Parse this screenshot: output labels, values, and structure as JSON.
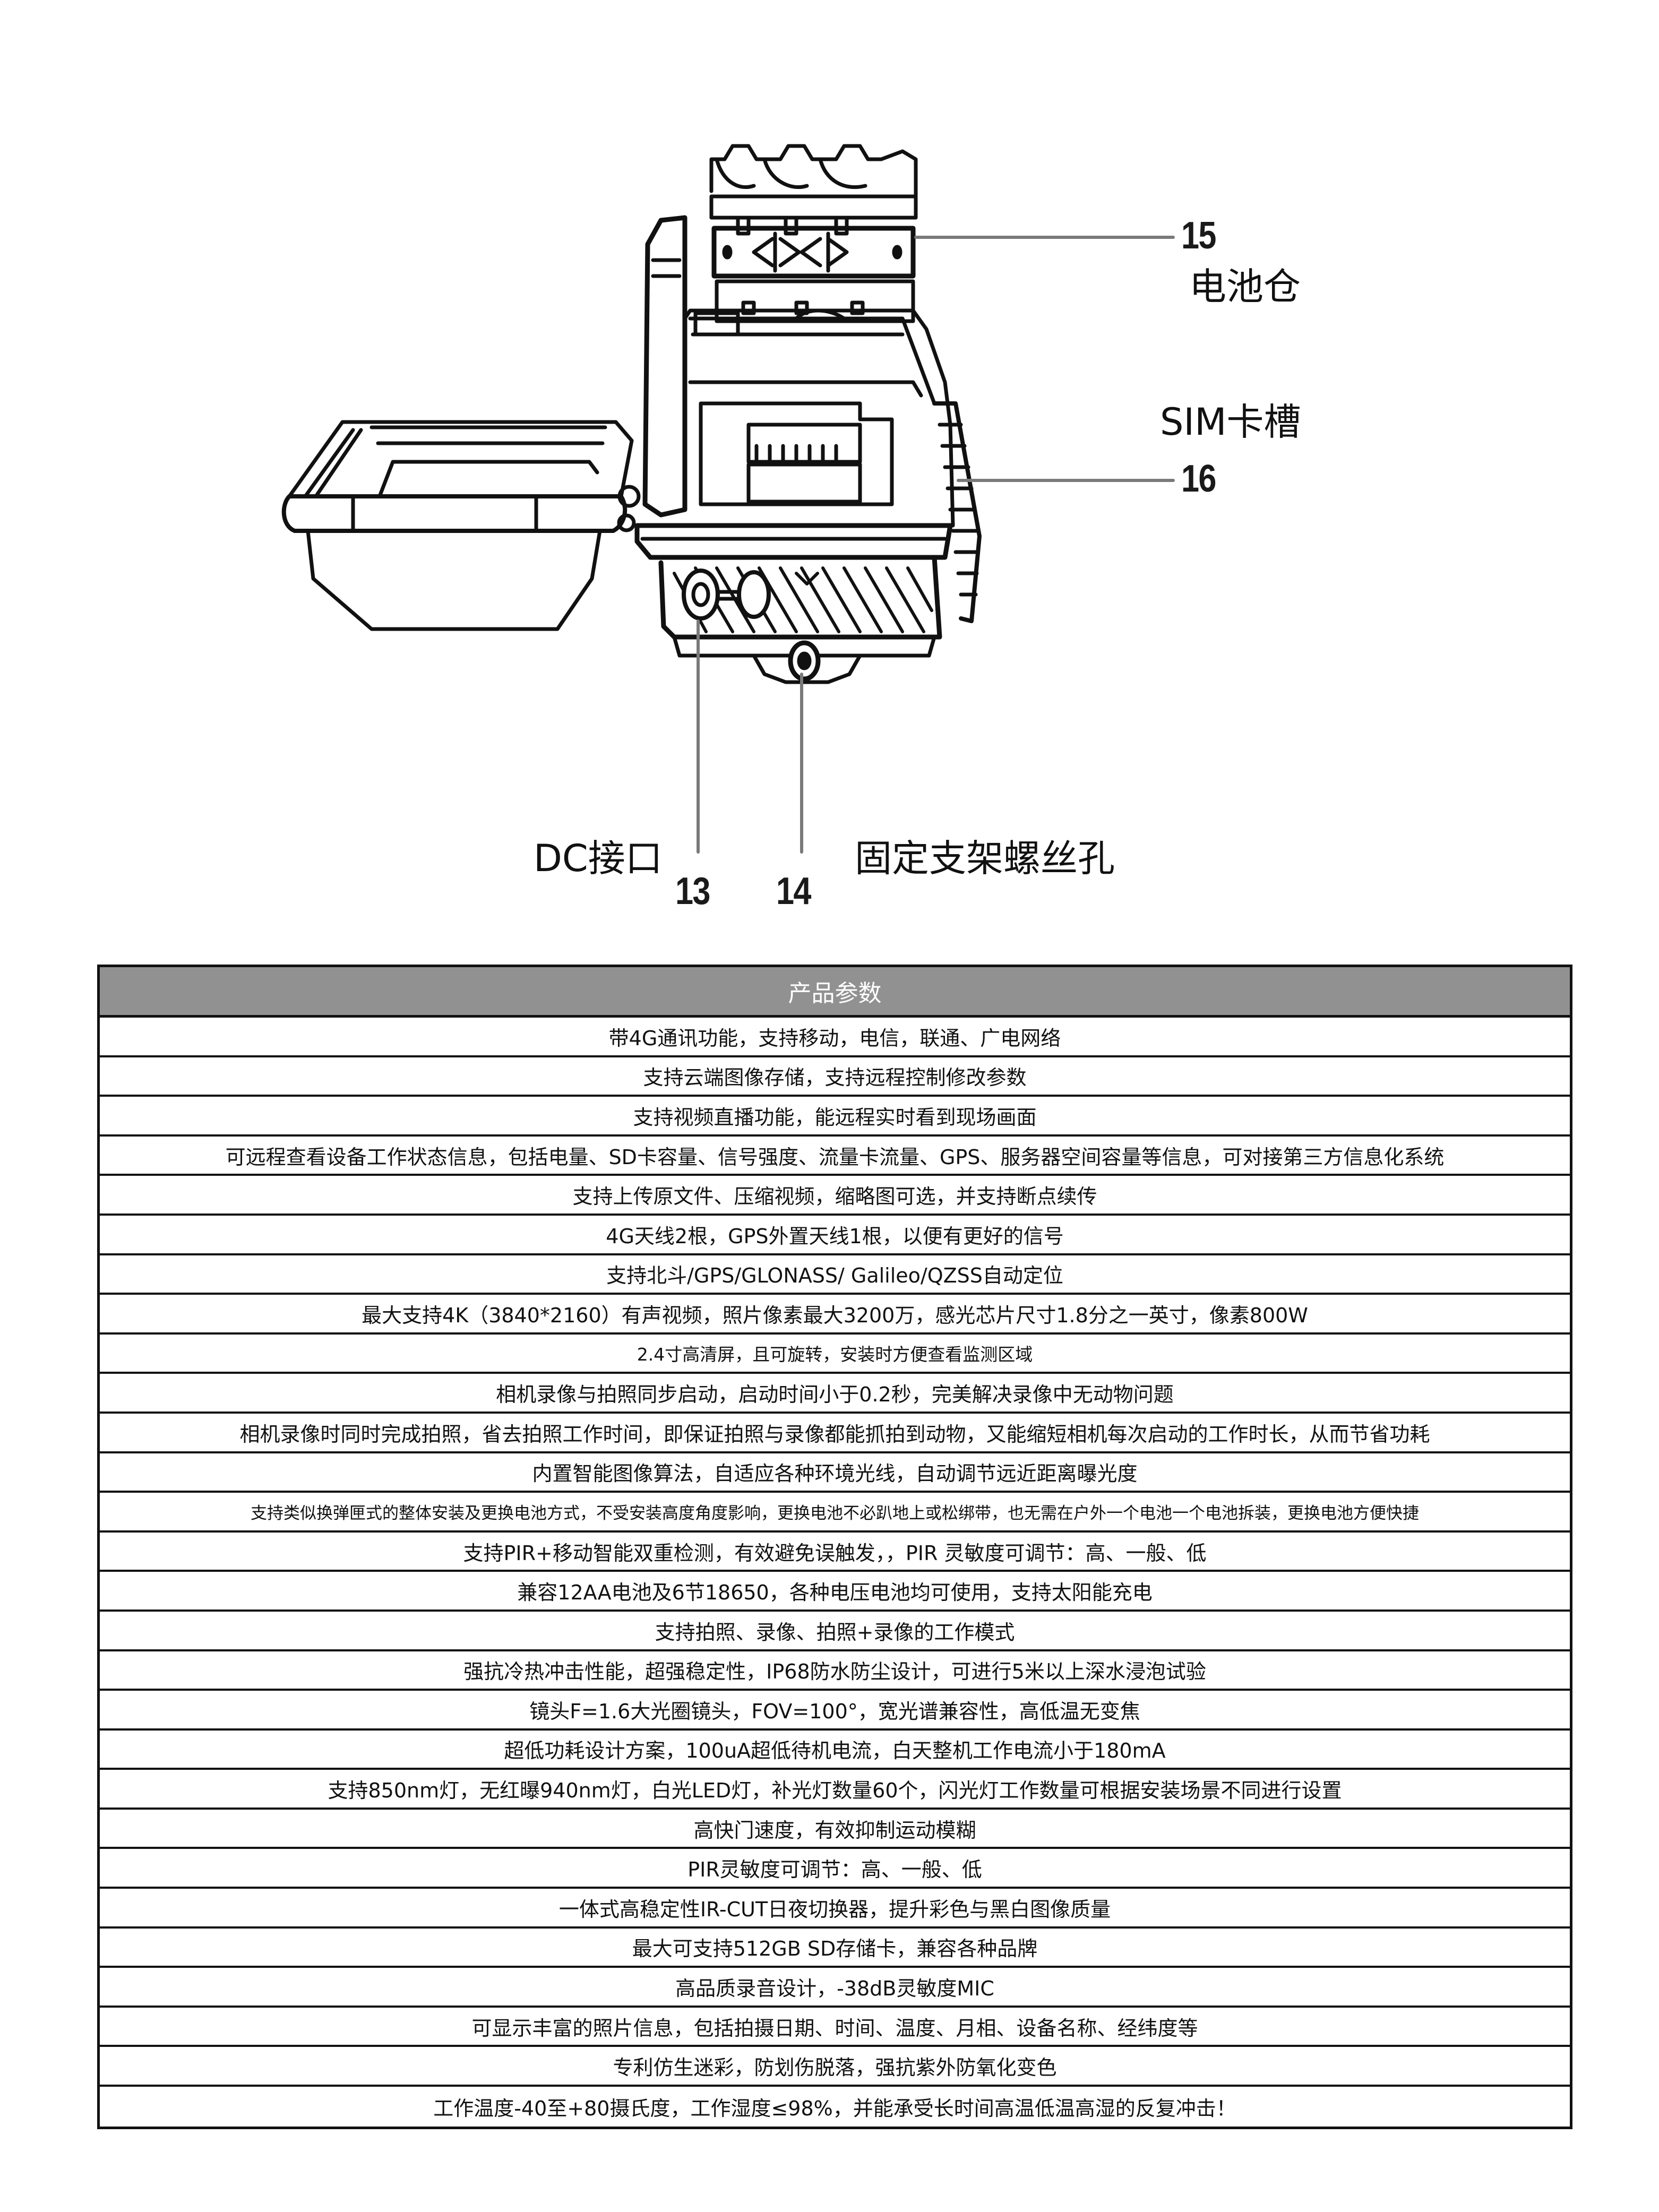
{
  "diagram": {
    "callouts": [
      {
        "id": "15",
        "number": "15",
        "label": "电池仓"
      },
      {
        "id": "16",
        "number": "16",
        "label": "SIM卡槽"
      },
      {
        "id": "13",
        "number": "13",
        "label": "DC接口"
      },
      {
        "id": "14",
        "number": "14",
        "label": "固定支架螺丝孔"
      }
    ]
  },
  "spec_table": {
    "title": "产品参数",
    "header_color": "#919191",
    "rows": [
      "带4G通讯功能，支持移动，电信，联通、广电网络",
      "支持云端图像存储，支持远程控制修改参数",
      "支持视频直播功能，能远程实时看到现场画面",
      "可远程查看设备工作状态信息，包括电量、SD卡容量、信号强度、流量卡流量、GPS、服务器空间容量等信息，可对接第三方信息化系统",
      "支持上传原文件、压缩视频，缩略图可选，并支持断点续传",
      "4G天线2根，GPS外置天线1根，以便有更好的信号",
      "支持北斗/GPS/GLONASS/ Galileo/QZSS自动定位",
      "最大支持4K（3840*2160）有声视频，照片像素最大3200万，感光芯片尺寸1.8分之一英寸，像素800W",
      "2.4寸高清屏，且可旋转，安装时方便查看监测区域",
      "相机录像与拍照同步启动，启动时间小于0.2秒，完美解决录像中无动物问题",
      "相机录像时同时完成拍照，省去拍照工作时间，即保证拍照与录像都能抓拍到动物，又能缩短相机每次启动的工作时长，从而节省功耗",
      "内置智能图像算法，自适应各种环境光线，自动调节远近距离曝光度",
      "支持类似换弹匣式的整体安装及更换电池方式，不受安装高度角度影响，更换电池不必趴地上或松绑带，也无需在户外一个电池一个电池拆装，更换电池方便快捷",
      "支持PIR+移动智能双重检测，有效避免误触发，，PIR 灵敏度可调节：高、一般、低",
      "兼容12AA电池及6节18650，各种电压电池均可使用，支持太阳能充电",
      "支持拍照、录像、拍照+录像的工作模式",
      "强抗冷热冲击性能，超强稳定性，IP68防水防尘设计，可进行5米以上深水浸泡试验",
      "镜头F=1.6大光圈镜头，FOV=100°，宽光谱兼容性，高低温无变焦",
      "超低功耗设计方案，100uA超低待机电流，白天整机工作电流小于180mA",
      "支持850nm灯，无红曝940nm灯，白光LED灯，补光灯数量60个，闪光灯工作数量可根据安装场景不同进行设置",
      "高快门速度，有效抑制运动模糊",
      "PIR灵敏度可调节：高、一般、低",
      "一体式高稳定性IR-CUT日夜切换器，提升彩色与黑白图像质量",
      "最大可支持512GB SD存储卡，兼容各种品牌",
      "高品质录音设计，-38dB灵敏度MIC",
      "可显示丰富的照片信息，包括拍摄日期、时间、温度、月相、设备名称、经纬度等",
      "专利仿生迷彩，防划伤脱落，强抗紫外防氧化变色",
      "工作温度-40至+80摄氏度，工作湿度≤98%，并能承受长时间高温低温高湿的反复冲击！"
    ]
  }
}
